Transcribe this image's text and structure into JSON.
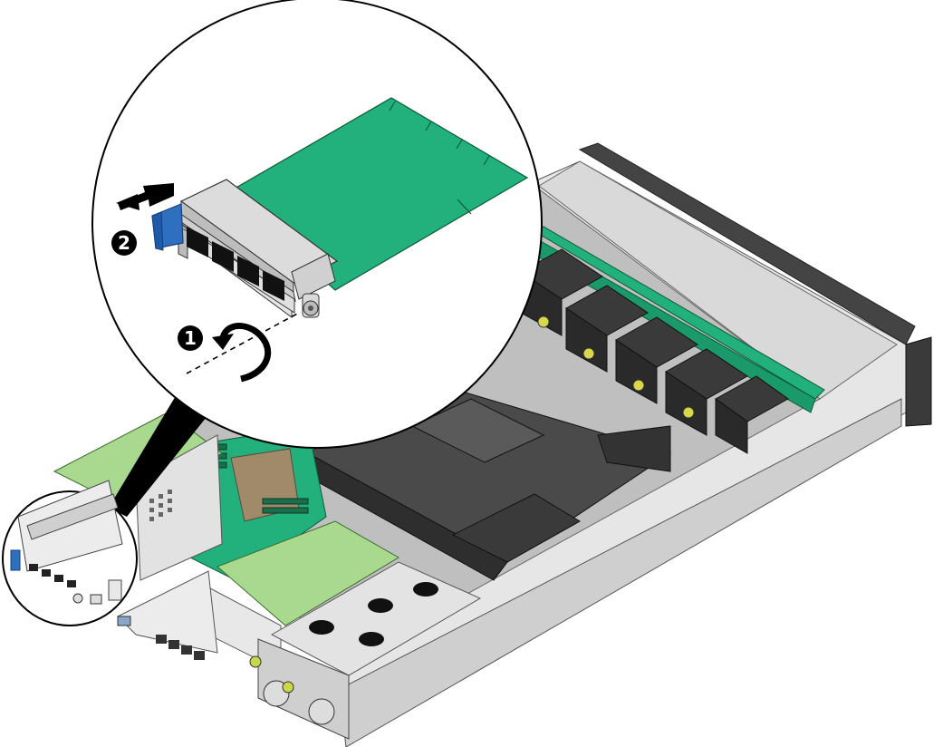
{
  "figure": {
    "steps": [
      {
        "number": "1",
        "action": "loosen-captive-screw"
      },
      {
        "number": "2",
        "action": "pull-card-out"
      }
    ],
    "colors": {
      "pcb_green": "#22b07d",
      "pcb_light_green": "#a9d88f",
      "bracket_silver": "#cfd0d0",
      "handle_blue": "#2f6fc0",
      "chassis_gray": "#dcdcdc",
      "shroud_black": "#3d3d3d",
      "outline": "#000000"
    }
  }
}
